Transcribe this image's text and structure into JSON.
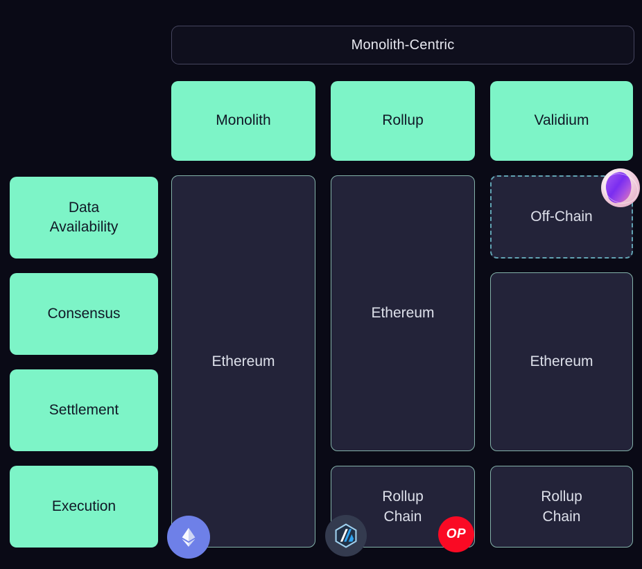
{
  "header": {
    "label": "Monolith-Centric"
  },
  "columns": [
    {
      "label": "Monolith"
    },
    {
      "label": "Rollup"
    },
    {
      "label": "Validium"
    }
  ],
  "layers": [
    {
      "label": "Data\nAvailability"
    },
    {
      "label": "Consensus"
    },
    {
      "label": "Settlement"
    },
    {
      "label": "Execution"
    }
  ],
  "cells": {
    "monolith_full": {
      "label": "Ethereum"
    },
    "rollup_l1": {
      "label": "Ethereum"
    },
    "rollup_chain": {
      "label": "Rollup\nChain"
    },
    "validium_da": {
      "label": "Off-Chain"
    },
    "validium_l1": {
      "label": "Ethereum"
    },
    "validium_chain": {
      "label": "Rollup\nChain"
    }
  },
  "badges": {
    "optimism_label": "OP"
  },
  "icons": {
    "ethereum": "ethereum-logo",
    "arbitrum": "arbitrum-logo",
    "optimism": "optimism-logo",
    "offchain_da": "offchain-da-logo"
  },
  "colors": {
    "background": "#0a0a16",
    "mint": "#7df4c7",
    "mint_text": "#101826",
    "panel_fill": "#232339",
    "panel_border": "#84b2aa",
    "dashed_border": "#62a3b3",
    "light_text": "#dde0ea",
    "eth_blue": "#6e80e8",
    "op_red": "#fa0a24"
  }
}
